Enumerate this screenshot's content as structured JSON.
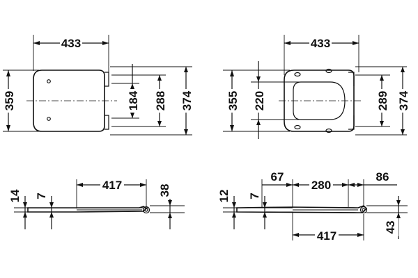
{
  "colors": {
    "ink": "#111111",
    "background": "#ffffff"
  },
  "views": {
    "top_left": {
      "width": "433",
      "height_total": "359",
      "hinge_spacing": "184",
      "hinge_span": "288",
      "overall_depth": "374"
    },
    "top_right": {
      "width": "433",
      "height_total": "355",
      "opening": "220",
      "hinge_span": "289",
      "overall_depth": "374"
    },
    "side_left": {
      "length": "417",
      "seat_thickness": "14",
      "lid_thickness": "7",
      "hinge_height": "38"
    },
    "side_right": {
      "front_offset": "67",
      "hinge_spacing": "280",
      "rear_offset": "86",
      "seat_thickness": "12",
      "lid_thickness": "7",
      "length": "417",
      "hinge_height": "43"
    }
  }
}
